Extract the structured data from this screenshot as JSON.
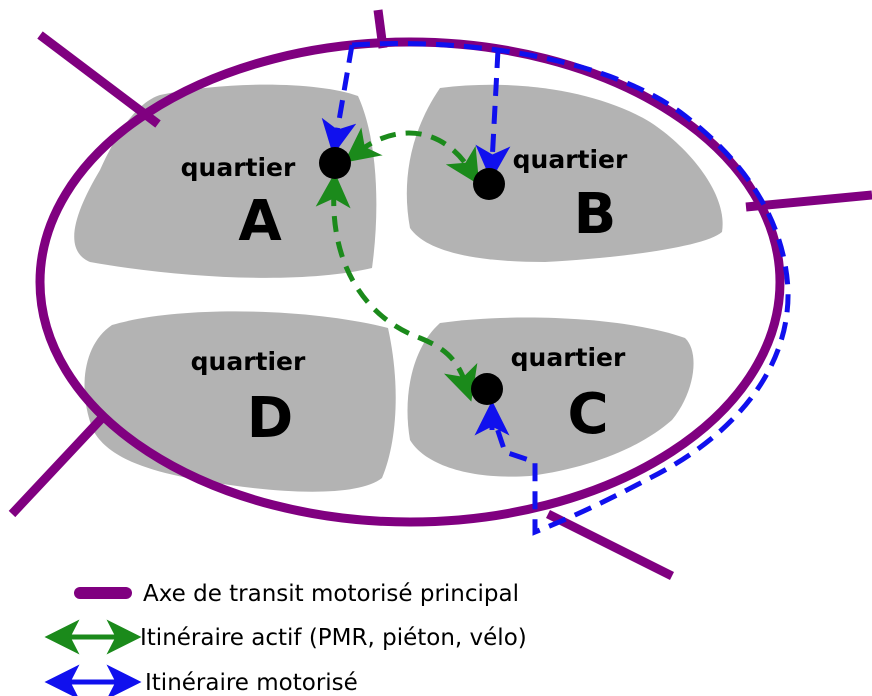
{
  "quarters": [
    {
      "id": "A",
      "word": "quartier",
      "letter": "A"
    },
    {
      "id": "B",
      "word": "quartier",
      "letter": "B"
    },
    {
      "id": "C",
      "word": "quartier",
      "letter": "C"
    },
    {
      "id": "D",
      "word": "quartier",
      "letter": "D"
    }
  ],
  "legend": {
    "main_axis": "Axe de transit motorisé principal",
    "active_route": "Itinéraire actif (PMR,  piéton, vélo)",
    "motor_route": "Itinéraire motorisé"
  },
  "colors": {
    "main_axis": "#800080",
    "active_route": "#1b8a1b",
    "motor_route": "#1010ee",
    "quarter_fill": "#b3b3b3",
    "node": "#000000"
  }
}
